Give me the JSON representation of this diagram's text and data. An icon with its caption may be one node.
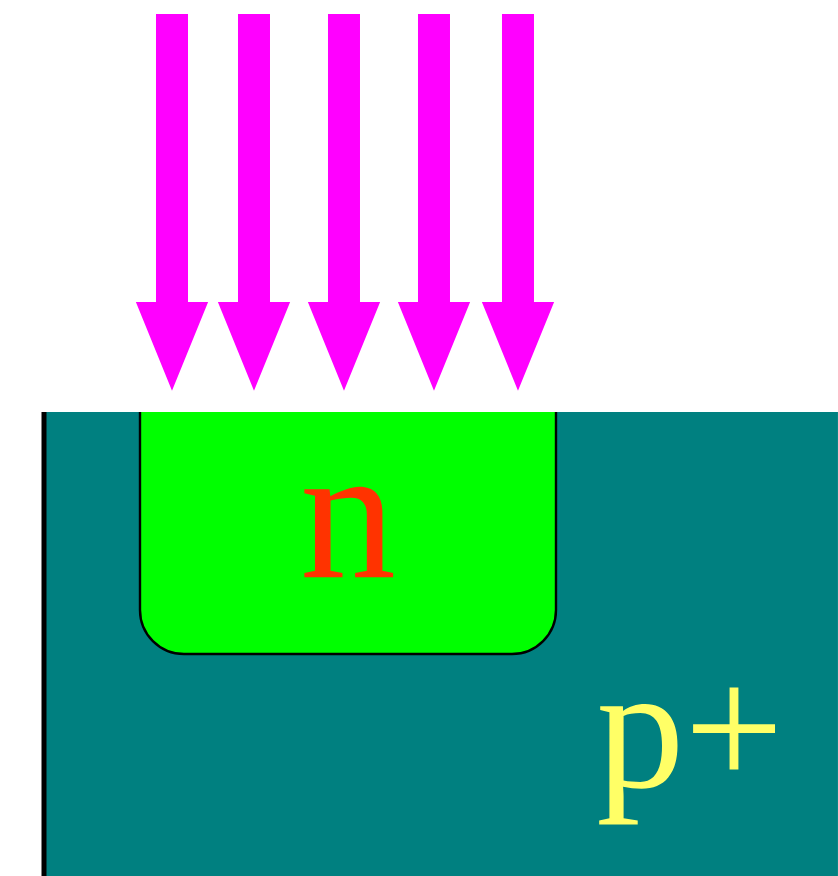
{
  "diagram": {
    "nodes": [
      {
        "text": [
          "p+"
        ]
      },
      {
        "text": [
          "n"
        ],
        "in": 0
      }
    ],
    "edges": [
      {
        "from": null,
        "to": 1,
        "arrow": "to"
      },
      {
        "from": null,
        "to": 1,
        "arrow": "to"
      },
      {
        "from": null,
        "to": 1,
        "arrow": "to"
      },
      {
        "from": null,
        "to": 1,
        "arrow": "to"
      },
      {
        "from": null,
        "to": 1,
        "arrow": "to"
      }
    ]
  }
}
